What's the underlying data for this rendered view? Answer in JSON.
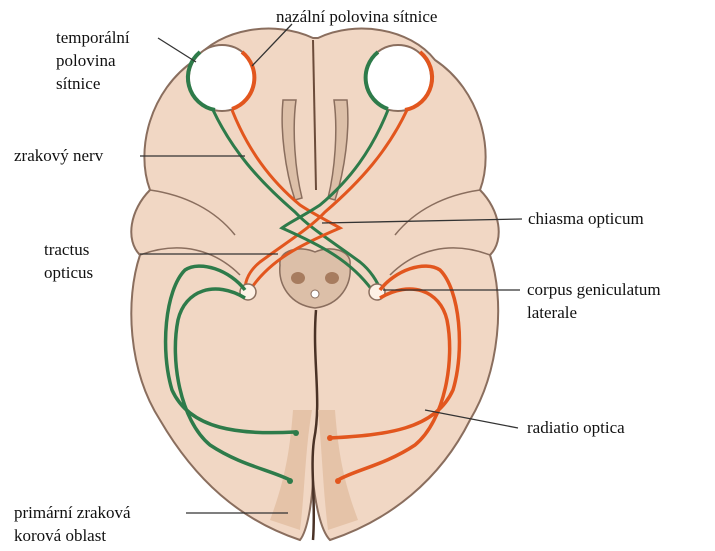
{
  "labels": {
    "nasal_retina": "nazální polovina sítnice",
    "temporal_retina_1": "temporální",
    "temporal_retina_2": "polovina",
    "temporal_retina_3": "sítnice",
    "optic_nerve": "zrakový nerv",
    "chiasm": "chiasma opticum",
    "optic_tract_1": "tractus",
    "optic_tract_2": "opticus",
    "lgn_1": "corpus geniculatum",
    "lgn_2": "laterale",
    "optic_radiation": "radiatio optica",
    "visual_cortex_1": "primární zraková",
    "visual_cortex_2": "korová oblast"
  },
  "colors": {
    "brain_fill": "#f1d7c4",
    "brain_outline": "#8a6e5e",
    "left_pathway": "#2e7b4a",
    "right_pathway": "#e2561e",
    "leader_line": "#333333",
    "text": "#111111"
  }
}
